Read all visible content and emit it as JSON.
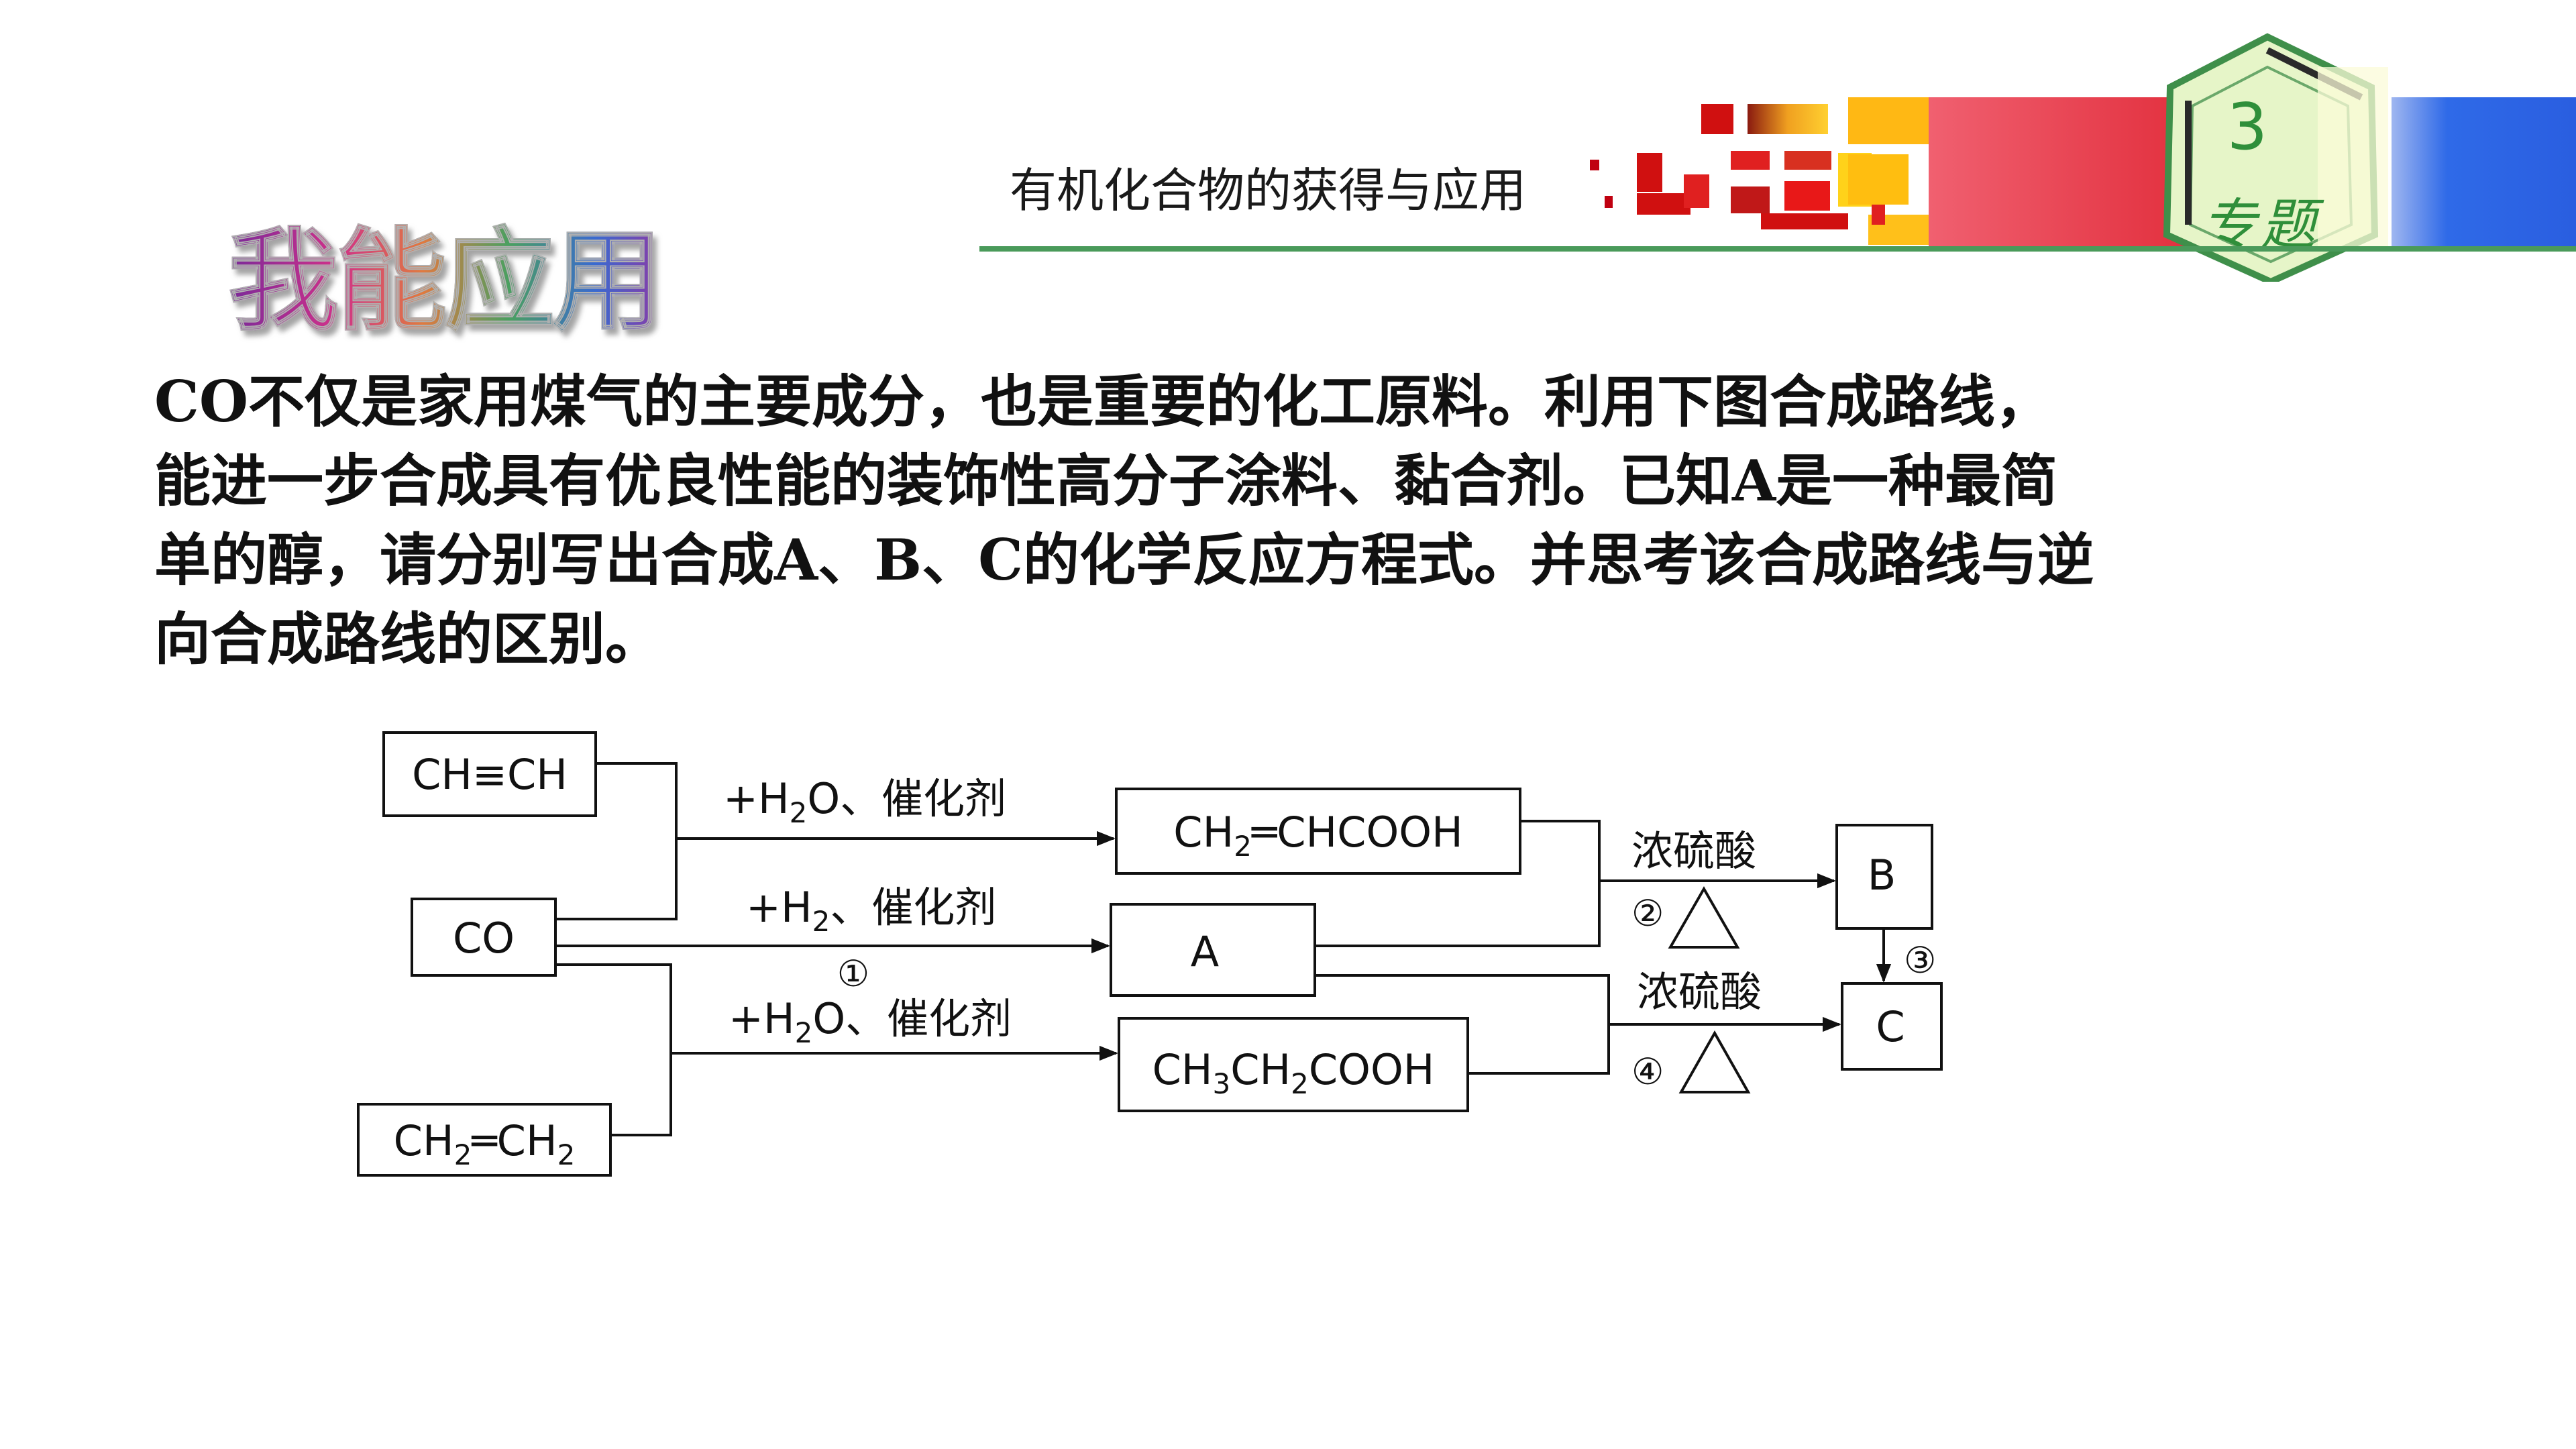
{
  "header": {
    "course_title": "有机化合物的获得与应用",
    "chapter_number": "3",
    "chapter_label": "专题"
  },
  "section_title": "我能应用",
  "problem": {
    "lines": [
      "CO不仅是家用煤气的主要成分，也是重要的化工原料。利用下图合成路线，",
      "能进一步合成具有优良性能的装饰性高分子涂料、黏合剂。已知A是一种最简",
      "单的醇，请分别写出合成A、B、C的化学反应方程式。并思考该合成路线与逆",
      "向合成路线的区别。"
    ]
  },
  "diagram": {
    "nodes": {
      "acetylene": "CH≡CH",
      "co": "CO",
      "ethylene": [
        "CH",
        "2",
        "═CH",
        "2"
      ],
      "acrylic_acid": [
        "CH",
        "2",
        "═CHCOOH"
      ],
      "a": "A",
      "propanoic_acid": [
        "CH",
        "3",
        "CH",
        "2",
        "COOH"
      ],
      "b": "B",
      "c": "C"
    },
    "conditions": {
      "hydration_top": [
        "+H",
        "2",
        "O、催化剂"
      ],
      "hydrogenation": [
        "+H",
        "2",
        "、催化剂"
      ],
      "step1": "①",
      "hydration_bottom": [
        "+H",
        "2",
        "O、催化剂"
      ],
      "acid_top": "浓硫酸",
      "step2": "②",
      "step3": "③",
      "acid_bottom": "浓硫酸",
      "step4": "④"
    }
  },
  "colors": {
    "rule_green": "#4a9a5a",
    "hexagon_green": "#3f8f4a",
    "red_block": "#e8354a",
    "blue_block": "#2f6ae8"
  }
}
